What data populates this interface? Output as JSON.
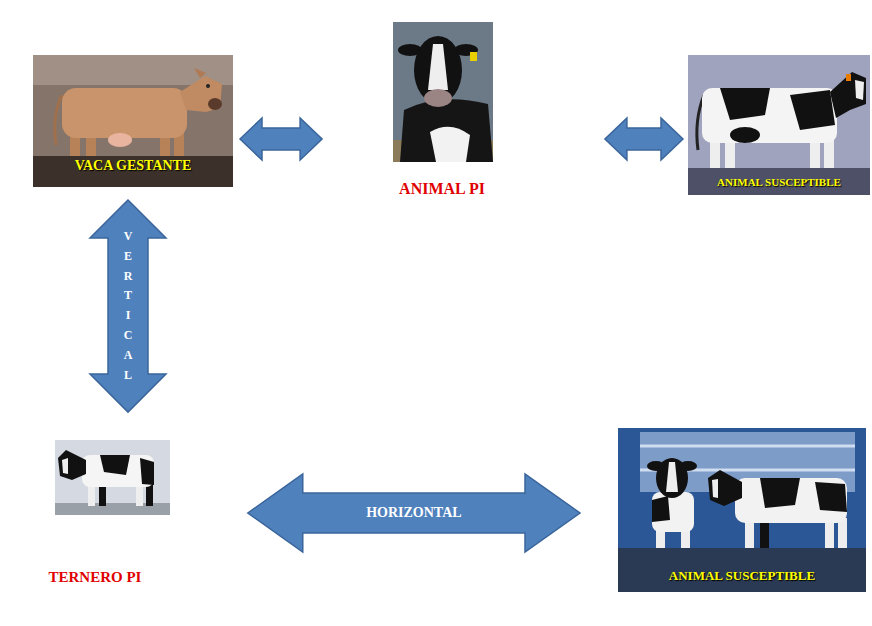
{
  "diagram": {
    "nodes": [
      {
        "text": [
          "VACA GESTANTE"
        ]
      },
      {
        "text": [
          "ANIMAL PI"
        ]
      },
      {
        "text": [
          "ANIMAL SUSCEPTIBLE"
        ]
      },
      {
        "text": [
          "TERNERO PI"
        ]
      },
      {
        "text": [
          "ANIMAL SUSCEPTIBLE"
        ]
      }
    ],
    "edges": [
      {
        "from": 0,
        "to": 1,
        "arrow": "both"
      },
      {
        "from": 1,
        "to": 2,
        "arrow": "both"
      },
      {
        "from": 0,
        "to": 3,
        "label": "VERTICAL",
        "arrow": "both"
      },
      {
        "from": 3,
        "to": 4,
        "label": "HORIZONTAL",
        "arrow": "both"
      }
    ]
  }
}
